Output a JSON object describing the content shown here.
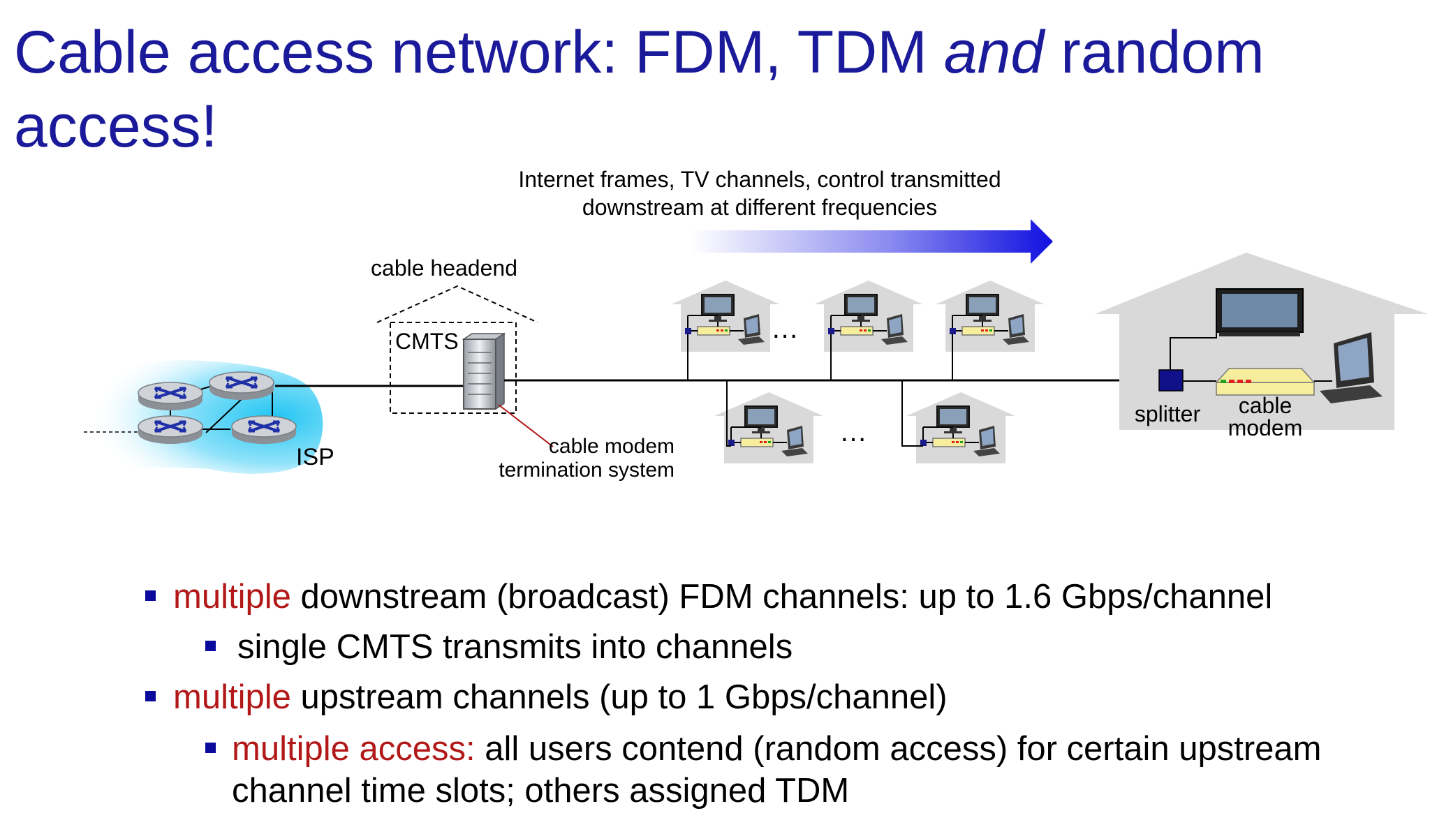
{
  "title": {
    "part1": "Cable access network: FDM, TDM ",
    "italic": "and",
    "part2": " random access!"
  },
  "diagram": {
    "arrow_caption_line1": "Internet frames, TV channels, control  transmitted",
    "arrow_caption_line2": "downstream at different frequencies",
    "headend_label": "cable headend",
    "cmts_label": "CMTS",
    "isp_label": "ISP",
    "cmts_desc_line1": "cable modem",
    "cmts_desc_line2": "termination system",
    "ellipsis": "…",
    "splitter_label": "splitter",
    "modem_label_line1": "cable",
    "modem_label_line2": "modem"
  },
  "bullets": [
    {
      "red": "multiple",
      "text": " downstream (broadcast) FDM channels: up to 1.6 Gbps/channel"
    },
    {
      "red": "",
      "text": " single CMTS transmits into channels"
    },
    {
      "red": "multiple",
      "text": " upstream channels (up to 1 Gbps/channel)"
    },
    {
      "red": "multiple access:",
      "text": " all users contend (random access) for certain upstream"
    },
    {
      "red": "",
      "text": "channel time slots; others assigned TDM"
    }
  ],
  "colors": {
    "title": "#1a1a9a",
    "accent_red": "#b21818",
    "bullet_square": "#0a0a9c",
    "arrow": "#1010e0"
  }
}
